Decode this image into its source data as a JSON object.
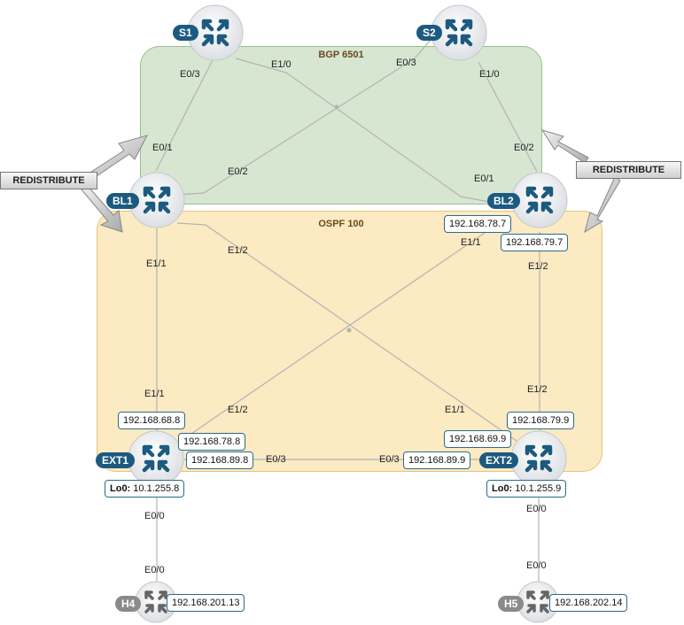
{
  "areas": {
    "bgp": "BGP 6501",
    "ospf": "OSPF 100"
  },
  "redistribute": {
    "left": "REDISTRIBUTE",
    "right": "REDISTRIBUTE"
  },
  "devices": {
    "s1": "S1",
    "s2": "S2",
    "bl1": "BL1",
    "bl2": "BL2",
    "ext1": "EXT1",
    "ext2": "EXT2",
    "h4": "H4",
    "h5": "H5"
  },
  "ports": {
    "s1_e03": "E0/3",
    "s1_e10": "E1/0",
    "s2_e03": "E0/3",
    "s2_e10": "E1/0",
    "bl1_e01": "E0/1",
    "bl1_e02": "E0/2",
    "bl1_e11": "E1/1",
    "bl1_e12": "E1/2",
    "bl2_e02": "E0/2",
    "bl2_e01": "E0/1",
    "bl2_e11": "E1/1",
    "bl2_e12": "E1/2",
    "ext1_e11": "E1/1",
    "ext1_e12": "E1/2",
    "ext1_e03": "E0/3",
    "ext1_e00": "E0/0",
    "ext2_e11": "E1/1",
    "ext2_e12": "E1/2",
    "ext2_e03": "E0/3",
    "ext2_e00": "E0/0",
    "h4_e00": "E0/0",
    "h5_e00": "E0/0"
  },
  "ips": {
    "bl2_787": "192.168.78.7",
    "bl2_797": "192.168.79.7",
    "ext1_688": "192.168.68.8",
    "ext1_788": "192.168.78.8",
    "ext1_898": "192.168.89.8",
    "ext2_799": "192.168.79.9",
    "ext2_699": "192.168.69.9",
    "ext2_899": "192.168.89.9",
    "h4": "192.168.201.13",
    "h5": "192.168.202.14"
  },
  "loopbacks": {
    "ext1_label": "Lo0:",
    "ext1_ip": "10.1.255.8",
    "ext2_label": "Lo0:",
    "ext2_ip": "10.1.255.9"
  },
  "colors": {
    "router_blue": "#1c5a80",
    "host_grey": "#6c6c6c",
    "bgp_fill": "#d6e6d1",
    "ospf_fill": "#fbeac2"
  },
  "icons": {
    "router": "router-arrows-icon",
    "host": "host-arrows-icon"
  }
}
